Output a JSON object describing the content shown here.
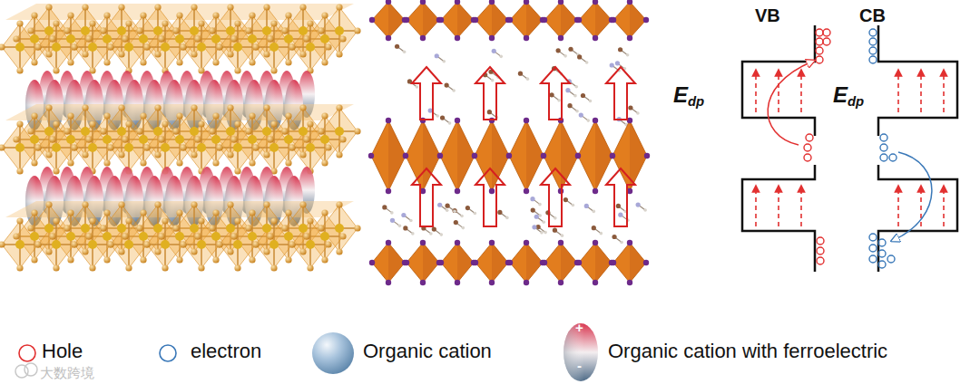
{
  "diagram": {
    "labels": [
      "VB",
      "CB",
      "Edp",
      "Edp",
      "+",
      "-",
      "大数跨境"
    ],
    "legend": [
      {
        "text": "Hole"
      },
      {
        "text": "electron"
      },
      {
        "text": "Organic cation"
      },
      {
        "text": "Organic cation with ferroelectric"
      }
    ]
  }
}
